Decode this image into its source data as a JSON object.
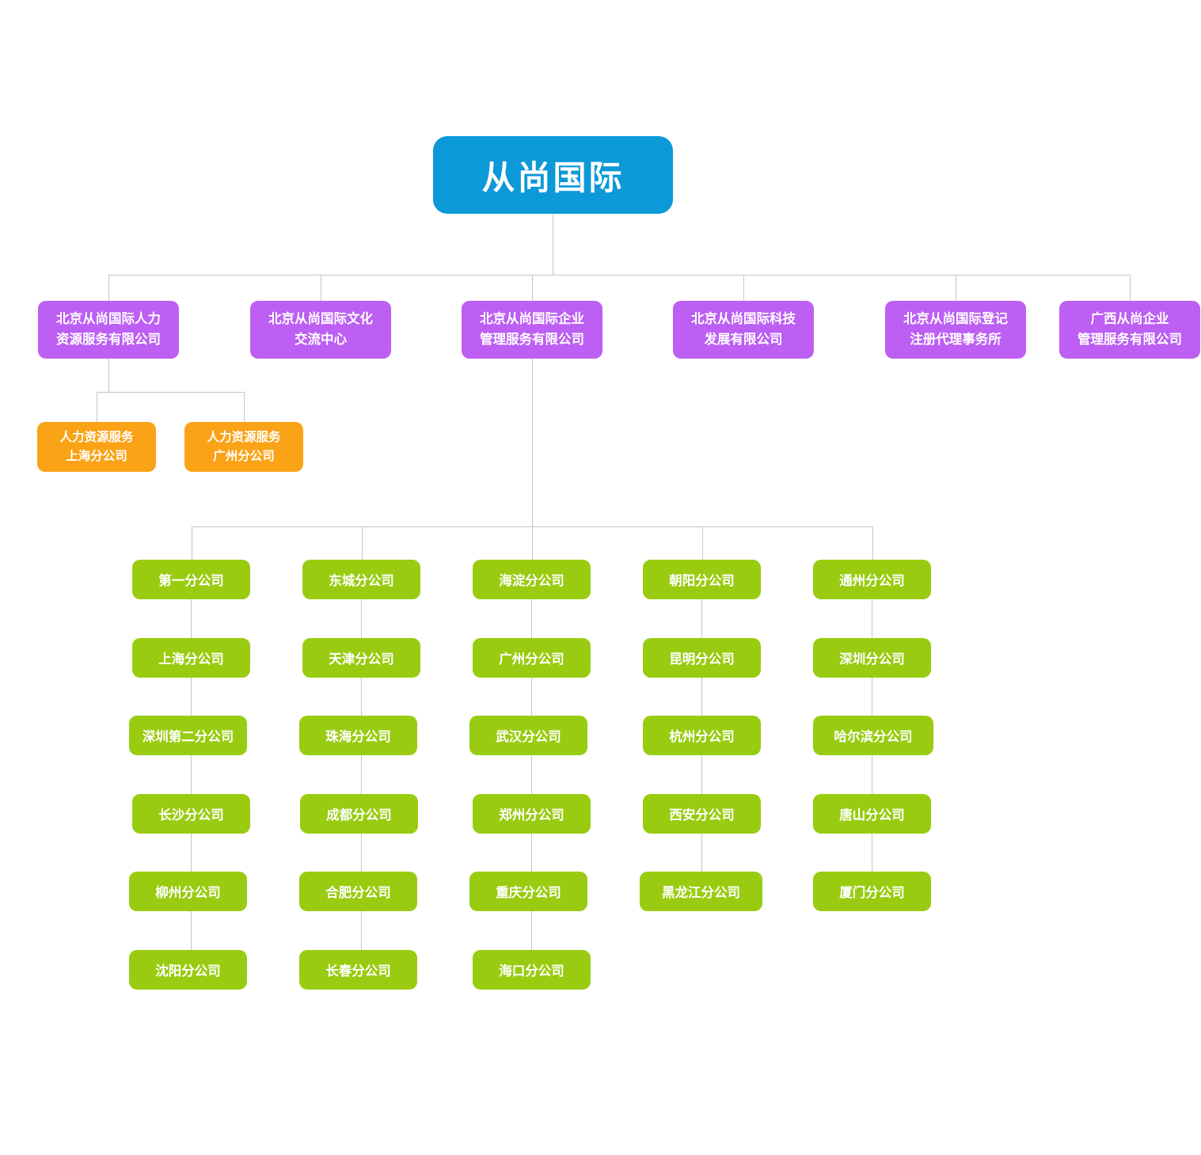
{
  "palette": {
    "root_box": "#0b99d8",
    "subsidiary_box": "#bc5ff2",
    "hr_branch_box": "#faa317",
    "city_branch_box": "#99cc11",
    "connector_line": "#c5c5c5",
    "text": "#ffffff",
    "background": "#ffffff"
  },
  "chart": {
    "root": {
      "label": "从尚国际"
    },
    "subsidiaries": [
      {
        "label": "北京从尚国际人力\n资源服务有限公司"
      },
      {
        "label": "北京从尚国际文化\n交流中心"
      },
      {
        "label": "北京从尚国际企业\n管理服务有限公司"
      },
      {
        "label": "北京从尚国际科技\n发展有限公司"
      },
      {
        "label": "北京从尚国际登记\n注册代理事务所"
      },
      {
        "label": "广西从尚企业\n管理服务有限公司"
      }
    ],
    "hr_branches": [
      {
        "label": "人力资源服务\n上海分公司"
      },
      {
        "label": "人力资源服务\n广州分公司"
      }
    ],
    "branch_columns": [
      {
        "items": [
          "第一分公司",
          "上海分公司",
          "深圳第二分公司",
          "长沙分公司",
          "柳州分公司",
          "沈阳分公司"
        ]
      },
      {
        "items": [
          "东城分公司",
          "天津分公司",
          "珠海分公司",
          "成都分公司",
          "合肥分公司",
          "长春分公司"
        ]
      },
      {
        "items": [
          "海淀分公司",
          "广州分公司",
          "武汉分公司",
          "郑州分公司",
          "重庆分公司",
          "海口分公司"
        ]
      },
      {
        "items": [
          "朝阳分公司",
          "昆明分公司",
          "杭州分公司",
          "西安分公司",
          "黑龙江分公司"
        ]
      },
      {
        "items": [
          "通州分公司",
          "深圳分公司",
          "哈尔滨分公司",
          "唐山分公司",
          "厦门分公司"
        ]
      }
    ]
  }
}
